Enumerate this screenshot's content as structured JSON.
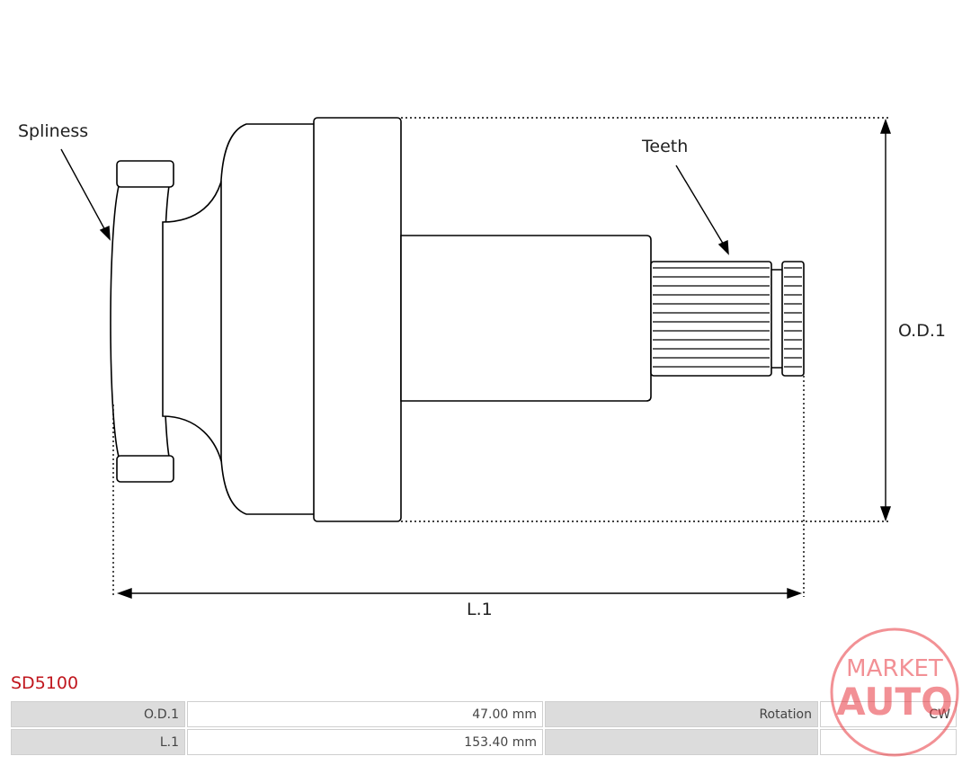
{
  "drawing": {
    "labels": {
      "spliness": "Spliness",
      "teeth": "Teeth",
      "od": "O.D.1",
      "length": "L.1"
    }
  },
  "part_number": "SD5100",
  "specs": {
    "rows": [
      {
        "key": "O.D.1",
        "value": "47.00 mm",
        "key2": "Rotation",
        "value2": "CW"
      },
      {
        "key": "L.1",
        "value": "153.40 mm",
        "key2": "",
        "value2": ""
      }
    ]
  },
  "watermark": {
    "line1": "MARKET",
    "line2": "AUTO",
    "color": "#e8333b"
  }
}
